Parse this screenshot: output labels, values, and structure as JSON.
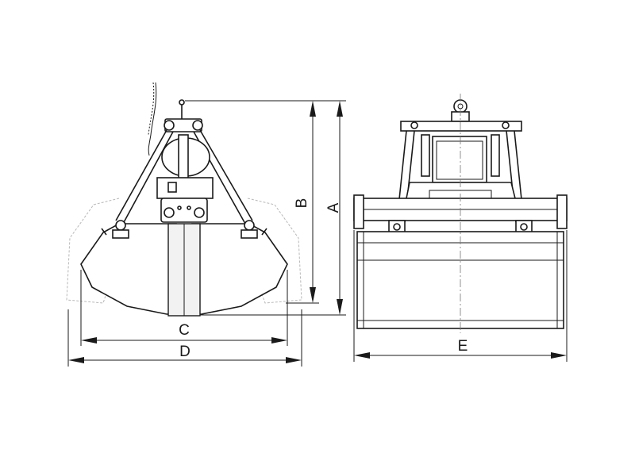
{
  "diagram": {
    "dimension_labels": {
      "a": "A",
      "b": "B",
      "c": "C",
      "d": "D",
      "e": "E"
    },
    "colors": {
      "line": "#1a1a1a",
      "ghost": "#b8b8b8",
      "background": "#ffffff"
    }
  }
}
